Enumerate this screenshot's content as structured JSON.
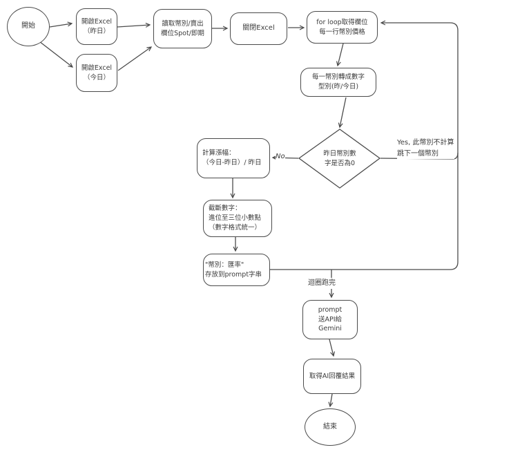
{
  "diagram": {
    "stroke_color": "#4a4a4a",
    "background": "#ffffff",
    "nodes": {
      "start": {
        "label": "開始"
      },
      "open_excel_yesterday": {
        "line1": "開啟Excel",
        "line2": "（昨日）"
      },
      "open_excel_today": {
        "line1": "開啟Excel",
        "line2": "（今日）"
      },
      "read_columns": {
        "line1": "讀取幣別/賣出",
        "line2": "欄位Spot/即期"
      },
      "close_excel": {
        "label": "關閉Excel"
      },
      "for_loop": {
        "line1": "for loop取得欄位",
        "line2": "每一行幣別價格"
      },
      "convert_number": {
        "line1": "每一幣別轉成數字",
        "line2": "型別(昨/今日)"
      },
      "decision_zero": {
        "line1": "昨日幣別數",
        "line2": "字是否為0"
      },
      "calc_change": {
        "line1": "計算漲幅：",
        "line2": "（今日-昨日）/ 昨日"
      },
      "truncate_number": {
        "line1": "截斷數字：",
        "line2": "進位至三位小數點",
        "line3": "（數字格式統一）"
      },
      "store_prompt": {
        "line1": "\"幣別：匯率\"",
        "line2": "存放到prompt字串"
      },
      "send_api": {
        "line1": "prompt",
        "line2": "送API給",
        "line3": "Gemini"
      },
      "get_ai_result": {
        "label": "取得AI回覆結果"
      },
      "end": {
        "label": "結束"
      }
    },
    "edge_labels": {
      "no": "No",
      "yes_line1": "Yes, 此幣別不計算",
      "yes_line2": "跳下一個幣別",
      "loop_done": "迴圈跑完"
    }
  }
}
